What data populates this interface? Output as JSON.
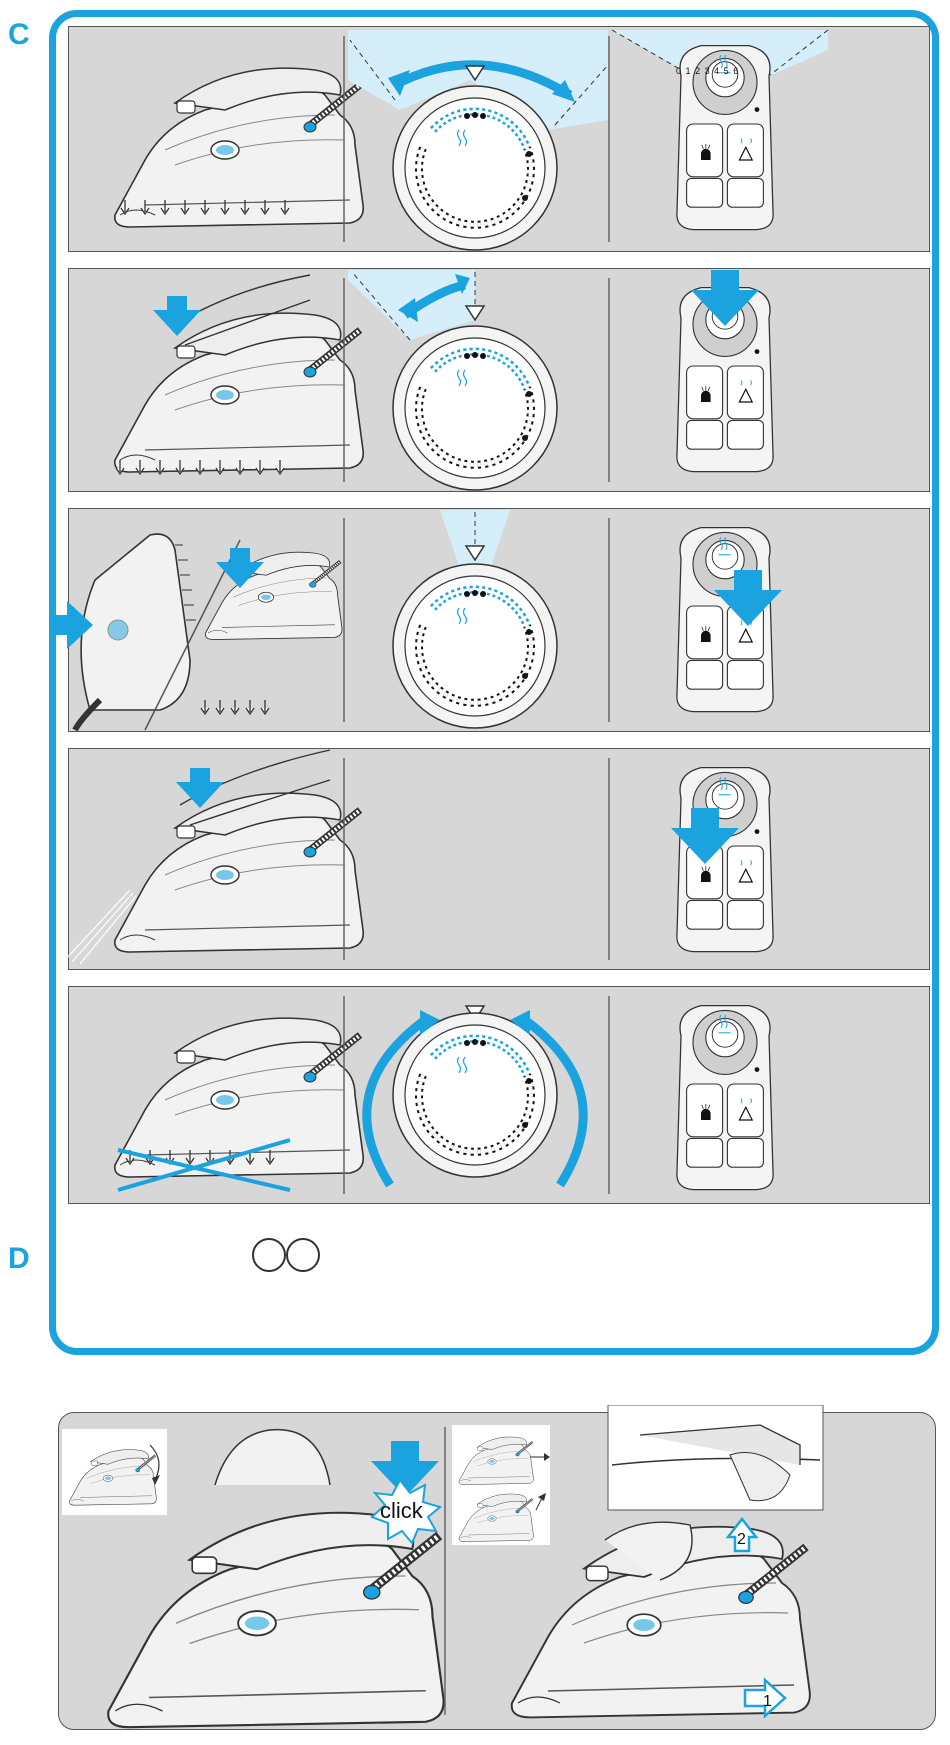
{
  "sections": {
    "c_letter": "C",
    "d_letter": "D"
  },
  "colors": {
    "accent": "#1aa3de",
    "panel_bg": "#d7d7d7",
    "light_blue_wedge": "#d6eef9",
    "line": "#333333"
  },
  "dial": {
    "scale_labels": [
      "0",
      "1",
      "2",
      "3",
      "4",
      "5",
      "6"
    ],
    "temp_dots": "•••"
  },
  "panel_d": {
    "callout_click": "click",
    "step_1": "1",
    "step_2": "2"
  },
  "icons": {
    "iron": "iron-icon",
    "steam_down": "steam-down-arrows-icon",
    "steam_burst_button": "steam-burst-button-icon",
    "spray_button": "spray-button-icon",
    "arrow_press": "press-arrow-icon",
    "rotate_arrow": "rotate-arrow-icon",
    "hand": "hand-icon",
    "click_burst": "click-burst-icon"
  }
}
